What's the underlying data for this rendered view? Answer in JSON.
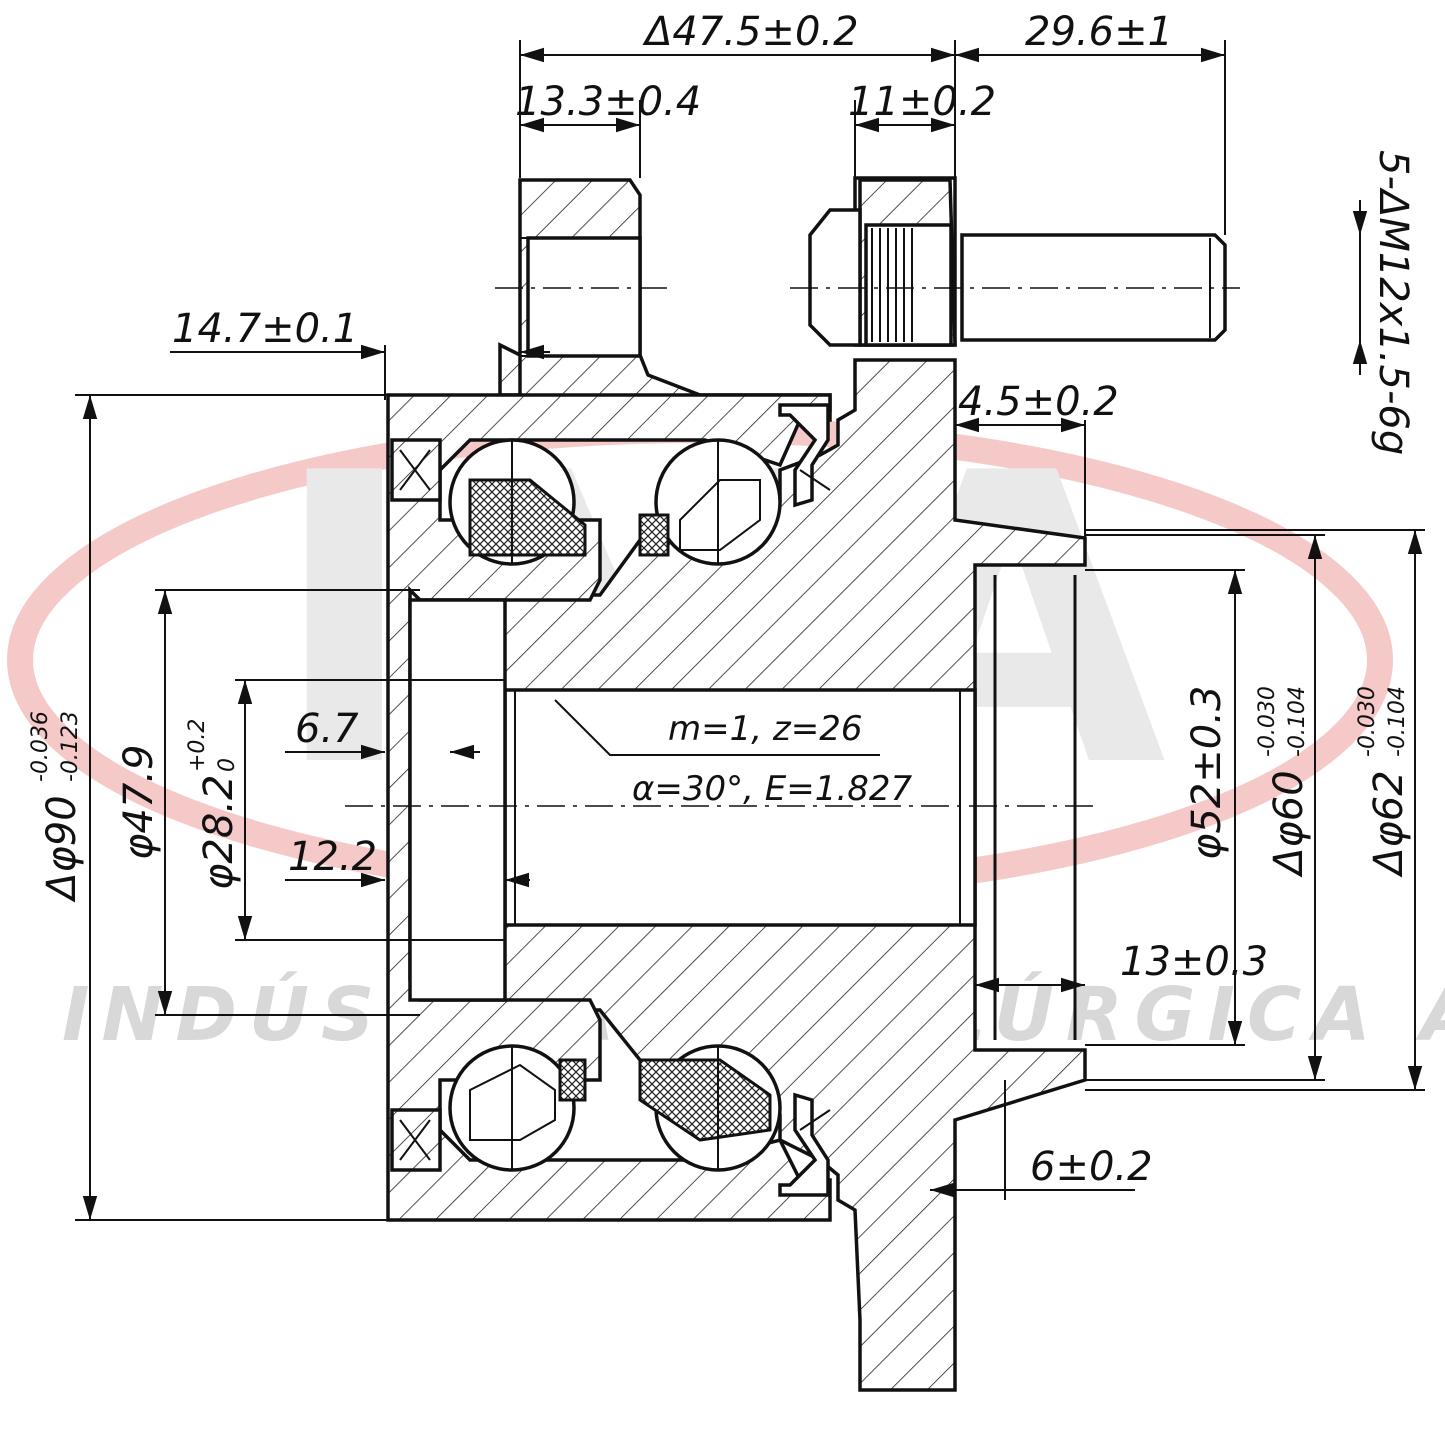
{
  "watermark": {
    "logo_letters": "IMA",
    "company": "INDÚSTRIA METALÚRGICA ALLI",
    "ring_color": "#f6c9c9"
  },
  "dimensions": {
    "overall_flange_width": "Δ47.5±0.2",
    "stud_protrusion": "29.6±1",
    "flange_thickness": "13.3±0.4",
    "hub_flange_thickness": "11±0.2",
    "stud_spec": "5-ΔM12x1.5-6g",
    "inner_offset": "14.7±0.1",
    "pilot_step": "4.5±0.2",
    "chamfer_6_7": "6.7",
    "chamfer_12_2": "12.2",
    "pilot_length": "13±0.3",
    "face_offset": "6±0.2",
    "outer_diameter": "Δφ90",
    "outer_diameter_tol_upper": "-0.036",
    "outer_diameter_tol_lower": "-0.123",
    "seal_diameter": "φ47.9",
    "bore_diameter": "φ28.2",
    "bore_tol_upper": "+0.2",
    "bore_tol_lower": "0",
    "pilot_diameter_52": "φ52±0.3",
    "pilot_diameter_60": "Δφ60",
    "pilot_60_tol_upper": "-0.030",
    "pilot_60_tol_lower": "-0.104",
    "pilot_diameter_62": "Δφ62",
    "pilot_62_tol_upper": "-0.030",
    "pilot_62_tol_lower": "-0.104"
  },
  "spline_note": {
    "line1": "m=1, z=26",
    "line2": "α=30°, E=1.827"
  },
  "colors": {
    "line": "#111111",
    "background": "#ffffff",
    "watermark_gray": "#d8d8d8"
  }
}
